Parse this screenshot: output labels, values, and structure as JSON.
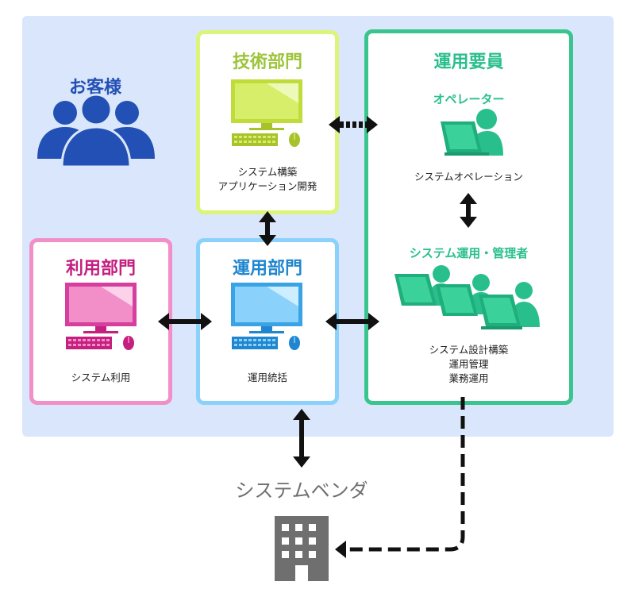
{
  "customer": {
    "title": "お客様",
    "icon": "customers-group-icon",
    "color": "#2250b4"
  },
  "tech_dept": {
    "title": "技術部門",
    "desc_line1": "システム構築",
    "desc_line2": "アプリケーション開発",
    "border_color": "#dbf57a",
    "icon": "desktop-computer-icon"
  },
  "user_dept": {
    "title": "利用部門",
    "desc": "システム利用",
    "border_color": "#f28ec8",
    "icon": "desktop-computer-icon"
  },
  "ops_dept": {
    "title": "運用部門",
    "desc": "運用統括",
    "border_color": "#8ad2fb",
    "icon": "desktop-computer-icon"
  },
  "ops_staff": {
    "title": "運用要員",
    "border_color": "#3ac48e",
    "operator": {
      "title": "オペレーター",
      "desc": "システムオペレーション",
      "icon": "operator-person-icon"
    },
    "admin": {
      "title": "システム運用・管理者",
      "desc_line1": "システム設計構築",
      "desc_line2": "運用管理",
      "desc_line3": "業務運用",
      "icon": "admin-team-icon"
    }
  },
  "vendor": {
    "title": "システムベンダ",
    "icon": "office-building-icon"
  },
  "background_color": "#dae6fb"
}
